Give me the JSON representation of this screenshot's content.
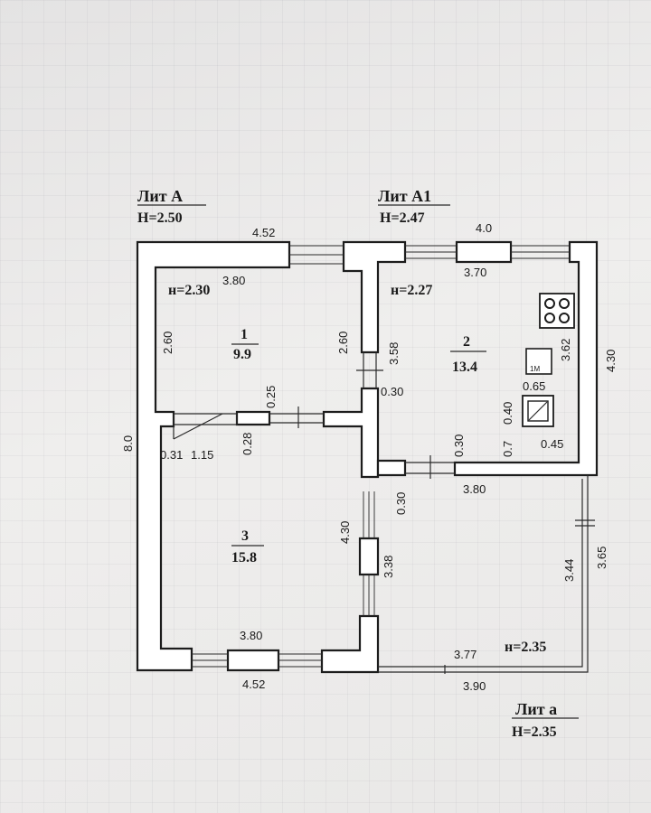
{
  "blocks": {
    "lit_a": {
      "name": "Лит А",
      "height": "Н=2.50"
    },
    "lit_a1": {
      "name": "Лит А1",
      "height": "Н=2.47"
    },
    "lit_a_small": {
      "name": "Лит а",
      "height": "Н=2.35"
    }
  },
  "rooms": [
    {
      "number": "1",
      "area": "9.9",
      "height": "н=2.30"
    },
    {
      "number": "2",
      "area": "13.4",
      "height": "н=2.27"
    },
    {
      "number": "3",
      "area": "15.8"
    }
  ],
  "veranda_height": "н=2.35",
  "dimensions": {
    "top_lit_a_outer": "4.52",
    "room1_width": "3.80",
    "top_lit_a1_outer": "4.0",
    "room2_width": "3.70",
    "left_outer": "8.0",
    "room1_height_left": "2.60",
    "room1_height_right": "2.60",
    "partition_to_room2": "3.58",
    "room2_height": "3.62",
    "lit_a1_outer_height": "4.30",
    "door_offset": "0.30",
    "partition": "0.25",
    "step": "0.28",
    "small_left": "0.31",
    "small_right": "1.15",
    "room3_height": "4.30",
    "room3_window": "3.38",
    "room3_width": "3.80",
    "bottom_lit_a_outer": "4.52",
    "stove_width": "0.65",
    "stove_depth": "0.40",
    "stove_gap": "0.7",
    "stove_side": "0.45",
    "room2_bottom": "3.80",
    "door_lower": "0.30",
    "door_upper": "0.30",
    "veranda_inner_height": "3.44",
    "veranda_outer_height": "3.65",
    "veranda_inner_width": "3.77",
    "veranda_outer_width": "3.90"
  },
  "fixture_marks": {
    "boiler": "1М"
  }
}
